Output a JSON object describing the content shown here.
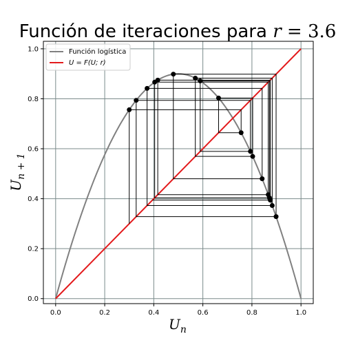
{
  "chart_data": {
    "type": "line",
    "title": "Función de iteraciones para r = 3.6",
    "xlabel": "U_n",
    "ylabel": "U_{n+1}",
    "r": 3.6,
    "xlim": [
      -0.05,
      1.05
    ],
    "ylim": [
      -0.02,
      1.03
    ],
    "xticks": [
      0.0,
      0.2,
      0.4,
      0.6,
      0.8,
      1.0
    ],
    "xtick_labels": [
      "0.0",
      "0.2",
      "0.4",
      "0.6",
      "0.8",
      "1.0"
    ],
    "yticks": [
      0.0,
      0.2,
      0.4,
      0.6,
      0.8,
      1.0
    ],
    "ytick_labels": [
      "0.0",
      "0.2",
      "0.4",
      "0.6",
      "0.8",
      "1.0"
    ],
    "grid": true,
    "legend_position": "upper-left",
    "series": [
      {
        "name": "Función logística",
        "kind": "curve",
        "function": "r*u*(1-u)",
        "color": "#808080"
      },
      {
        "name": "U = F(U; r)",
        "kind": "identity",
        "x": [
          0,
          1
        ],
        "y": [
          0,
          1
        ],
        "color": "#e31a1c"
      }
    ],
    "cobweb": {
      "u0": 0.3,
      "iterations": 18,
      "line_color": "#000000",
      "marker_color": "#000000"
    }
  }
}
